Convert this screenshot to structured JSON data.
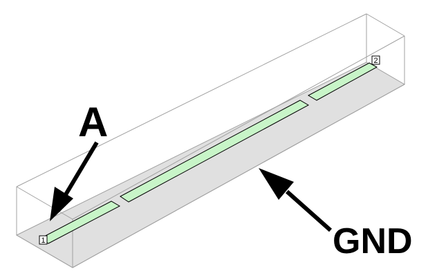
{
  "labels": {
    "a": "A",
    "gnd": "GND"
  },
  "ports": {
    "port1": "1",
    "port2": "2"
  },
  "colors": {
    "substrate": "#e0e0e0",
    "strip": "#c8f5c8",
    "wire": "#a0a0a0",
    "outline": "#000000"
  }
}
